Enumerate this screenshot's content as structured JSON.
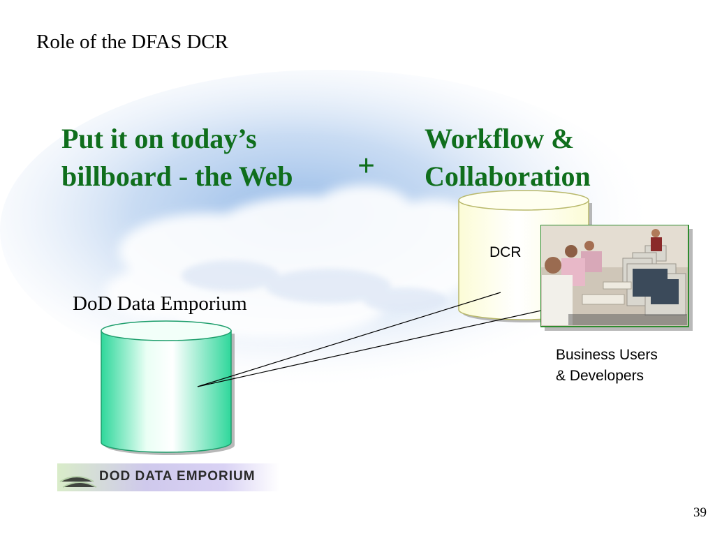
{
  "slide": {
    "title": "Role of the DFAS DCR",
    "page_number": "39"
  },
  "headings": {
    "left_lines": [
      "Put it on today’s",
      "billboard - the Web"
    ],
    "plus": "+",
    "right_lines": [
      "Workflow &",
      "Collaboration"
    ]
  },
  "emporium": {
    "label": "DoD Data Emporium",
    "banner_text": "DOD DATA EMPORIUM"
  },
  "dcr": {
    "label": "DCR"
  },
  "users": {
    "label_lines": [
      "Business Users",
      "& Developers"
    ]
  },
  "colors": {
    "heading_green": "#0f6e1c",
    "emporium_cylinder": "#2fd79b",
    "dcr_cylinder": "#fcfcd6",
    "photo_border": "#2e8b2e",
    "sky_blue": "#8fb6e6"
  },
  "icons": {
    "photo": "computer-lab-photo",
    "cloud": "cloud-background"
  }
}
